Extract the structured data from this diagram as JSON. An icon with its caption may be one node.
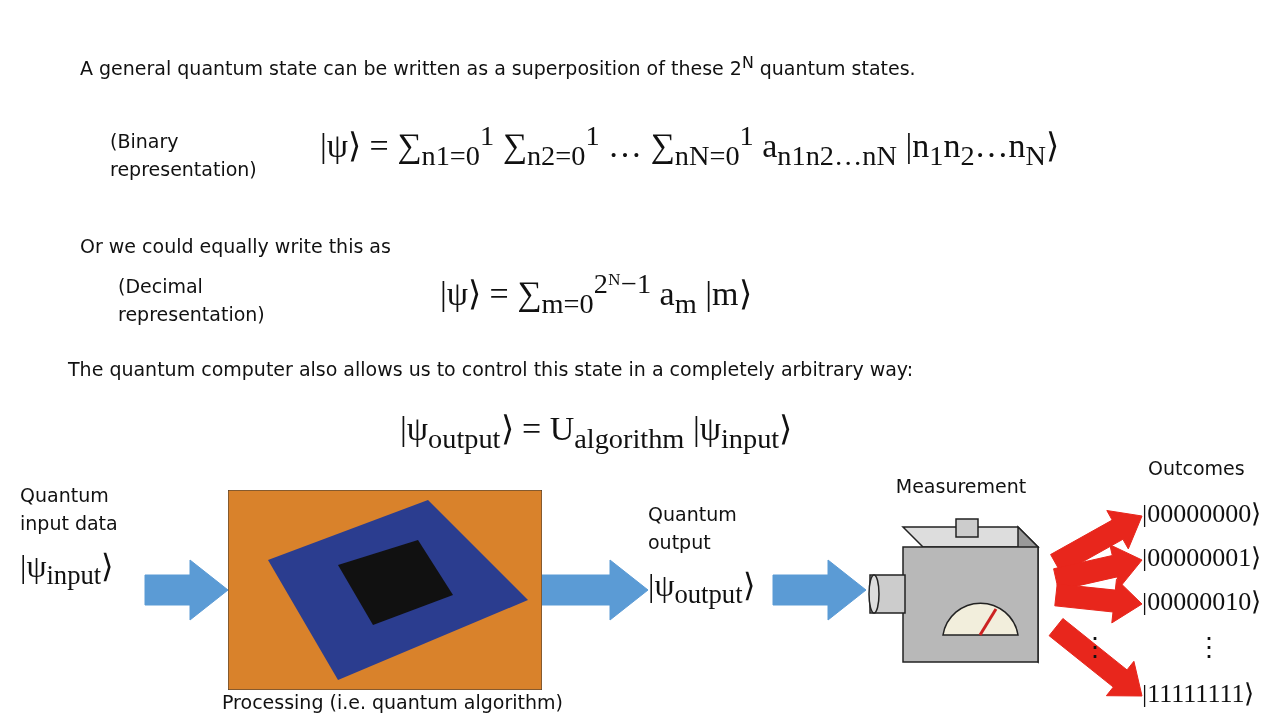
{
  "diagram": {
    "nodes": [
      {
        "text": [
          "Quantum input data",
          "|ψ$_{input}$⟩"
        ]
      },
      {
        "text": [],
        "shape": "picture",
        "beside": [
          "Processing (i.e. quantum algorithm)"
        ]
      },
      {
        "text": [
          "Quantum output",
          "|ψ$_{output}$⟩"
        ]
      },
      {
        "text": [
          "Measurement"
        ]
      },
      {
        "text": [
          "|00000000⟩"
        ]
      },
      {
        "text": [
          "|00000001⟩"
        ]
      },
      {
        "text": [
          "|00000010⟩"
        ]
      },
      {
        "text": [
          "|11111111⟩"
        ]
      }
    ],
    "edges": [
      {
        "from": 0,
        "to": 1,
        "arrow": "to",
        "color": "#5b9bd5"
      },
      {
        "from": 1,
        "to": 2,
        "arrow": "to",
        "color": "#5b9bd5"
      },
      {
        "from": 2,
        "to": 3,
        "arrow": "to",
        "color": "#5b9bd5"
      },
      {
        "from": 3,
        "to": 4,
        "arrow": "to"
      },
      {
        "from": 3,
        "to": 5,
        "arrow": "to"
      },
      {
        "from": 3,
        "to": 6,
        "arrow": "to"
      },
      {
        "from": 3,
        "to": 7,
        "arrow": "to"
      }
    ],
    "labels": [
      "A general quantum state can be written as a superposition of these 2$^{N}$ quantum states.",
      "(Binary representation)",
      "|ψ⟩ = ∑$_{n1=0}$$^{1}$ ∑$_{n2=0}$$^{1}$ … ∑$_{nN=0}$$^{1}$ a$_{n1n2…nN}$ |n$_{1}$n$_{2}$…n$_{N}$⟩",
      "Or we could equally write this as",
      "(Decimal representation)",
      "|ψ⟩ = ∑$_{m=0}$$^{2ᴺ−1}$ a$_{m}$ |m⟩",
      "The quantum computer also allows us to control this state in a completely arbitrary way:",
      "|ψ$_{output}$⟩ = U$_{algorithm}$ |ψ$_{input}$⟩",
      "Outcomes",
      "⋮",
      "⋮"
    ]
  }
}
